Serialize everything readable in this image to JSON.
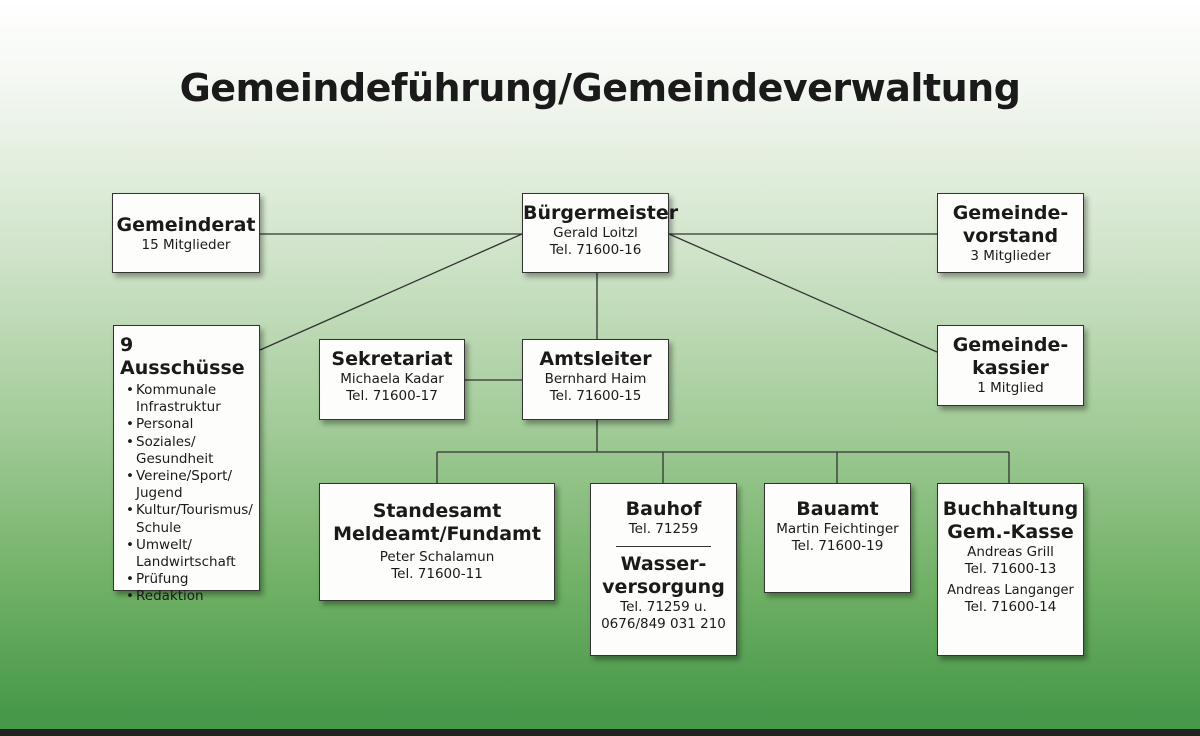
{
  "title": "Gemeindeführung/Gemeindeverwaltung",
  "gemeinderat": {
    "title": "Gemeinderat",
    "sub": "15 Mitglieder"
  },
  "buergermeister": {
    "title": "Bürgermeister",
    "name": "Gerald Loitzl",
    "tel": "Tel. 71600-16"
  },
  "vorstand": {
    "title1": "Gemeinde-",
    "title2": "vorstand",
    "sub": "3 Mitglieder"
  },
  "ausschuesse": {
    "title": "9 Ausschüsse",
    "items": [
      "Kommunale Infrastruktur",
      "Personal",
      "Soziales/ Gesundheit",
      "Vereine/Sport/ Jugend",
      "Kultur/Tourismus/ Schule",
      "Umwelt/ Landwirtschaft",
      "Prüfung",
      "Redaktion"
    ]
  },
  "sekretariat": {
    "title": "Sekretariat",
    "name": "Michaela Kadar",
    "tel": "Tel. 71600-17"
  },
  "amtsleiter": {
    "title": "Amtsleiter",
    "name": "Bernhard Haim",
    "tel": "Tel. 71600-15"
  },
  "kassier": {
    "title1": "Gemeinde-",
    "title2": "kassier",
    "sub": "1 Mitglied"
  },
  "standesamt": {
    "title1": "Standesamt",
    "title2": "Meldeamt/Fundamt",
    "name": "Peter Schalamun",
    "tel": "Tel. 71600-11"
  },
  "bauhof": {
    "title": "Bauhof",
    "tel": "Tel. 71259",
    "title2a": "Wasser-",
    "title2b": "versorgung",
    "tel2a": "Tel. 71259 u.",
    "tel2b": "0676/849 031 210"
  },
  "bauamt": {
    "title": "Bauamt",
    "name": "Martin Feichtinger",
    "tel": "Tel. 71600-19"
  },
  "buchhaltung": {
    "title1": "Buchhaltung",
    "title2": "Gem.-Kasse",
    "name1": "Andreas Grill",
    "tel1": "Tel. 71600-13",
    "name2": "Andreas Langanger",
    "tel2": "Tel. 71600-14"
  }
}
